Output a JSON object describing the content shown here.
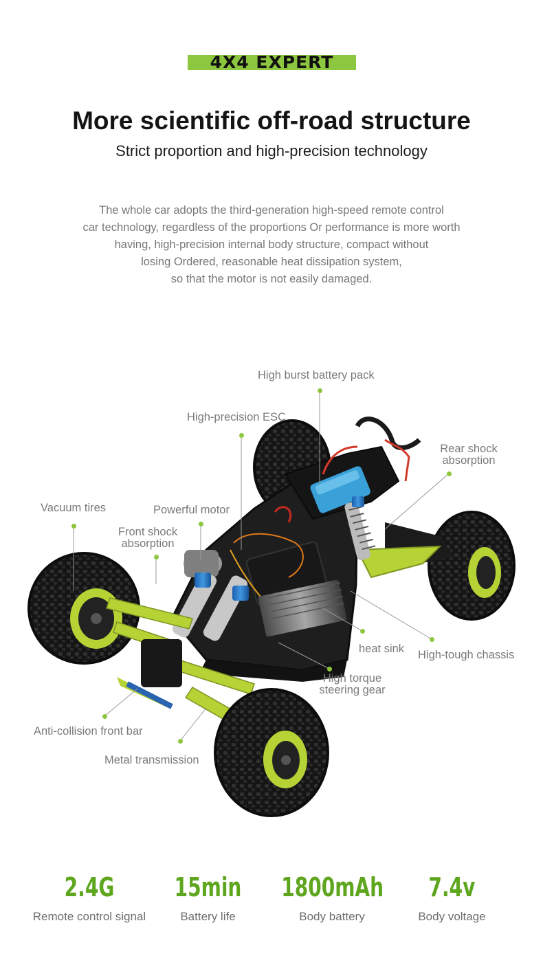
{
  "header": {
    "badge": "4X4 EXPERT",
    "badge_color": "#8dc63f",
    "title": "More scientific off-road structure",
    "subtitle": "Strict proportion and high-precision technology",
    "description": [
      "The whole car adopts the third-generation high-speed remote control",
      "car technology, regardless of the proportions Or performance is more worth",
      "having, high-precision internal body structure, compact without",
      "losing Ordered, reasonable heat dissipation system,",
      "so that the motor is not easily damaged."
    ]
  },
  "callouts": {
    "battery": "High burst battery pack",
    "esc": "High-precision ESC",
    "rear_shock": [
      "Rear shock",
      "absorption"
    ],
    "vacuum_tires": "Vacuum tires",
    "motor": "Powerful motor",
    "front_shock": [
      "Front shock",
      "absorption"
    ],
    "heat_sink": "heat sink",
    "chassis": "High-tough chassis",
    "steering": [
      "High torque",
      "steering gear"
    ],
    "front_bar": "Anti-collision front bar",
    "transmission": "Metal transmission"
  },
  "specs": [
    {
      "value": "2.4G",
      "label": "Remote control signal"
    },
    {
      "value": "15min",
      "label": "Battery life"
    },
    {
      "value": "1800mAh",
      "label": "Body battery"
    },
    {
      "value": "7.4v",
      "label": "Body voltage"
    }
  ],
  "colors": {
    "accent_green": "#8dc63f",
    "stat_green": "#5fa61f",
    "tire": "#141414",
    "rim": "#b5d334",
    "chassis": "#1e1e1e"
  }
}
